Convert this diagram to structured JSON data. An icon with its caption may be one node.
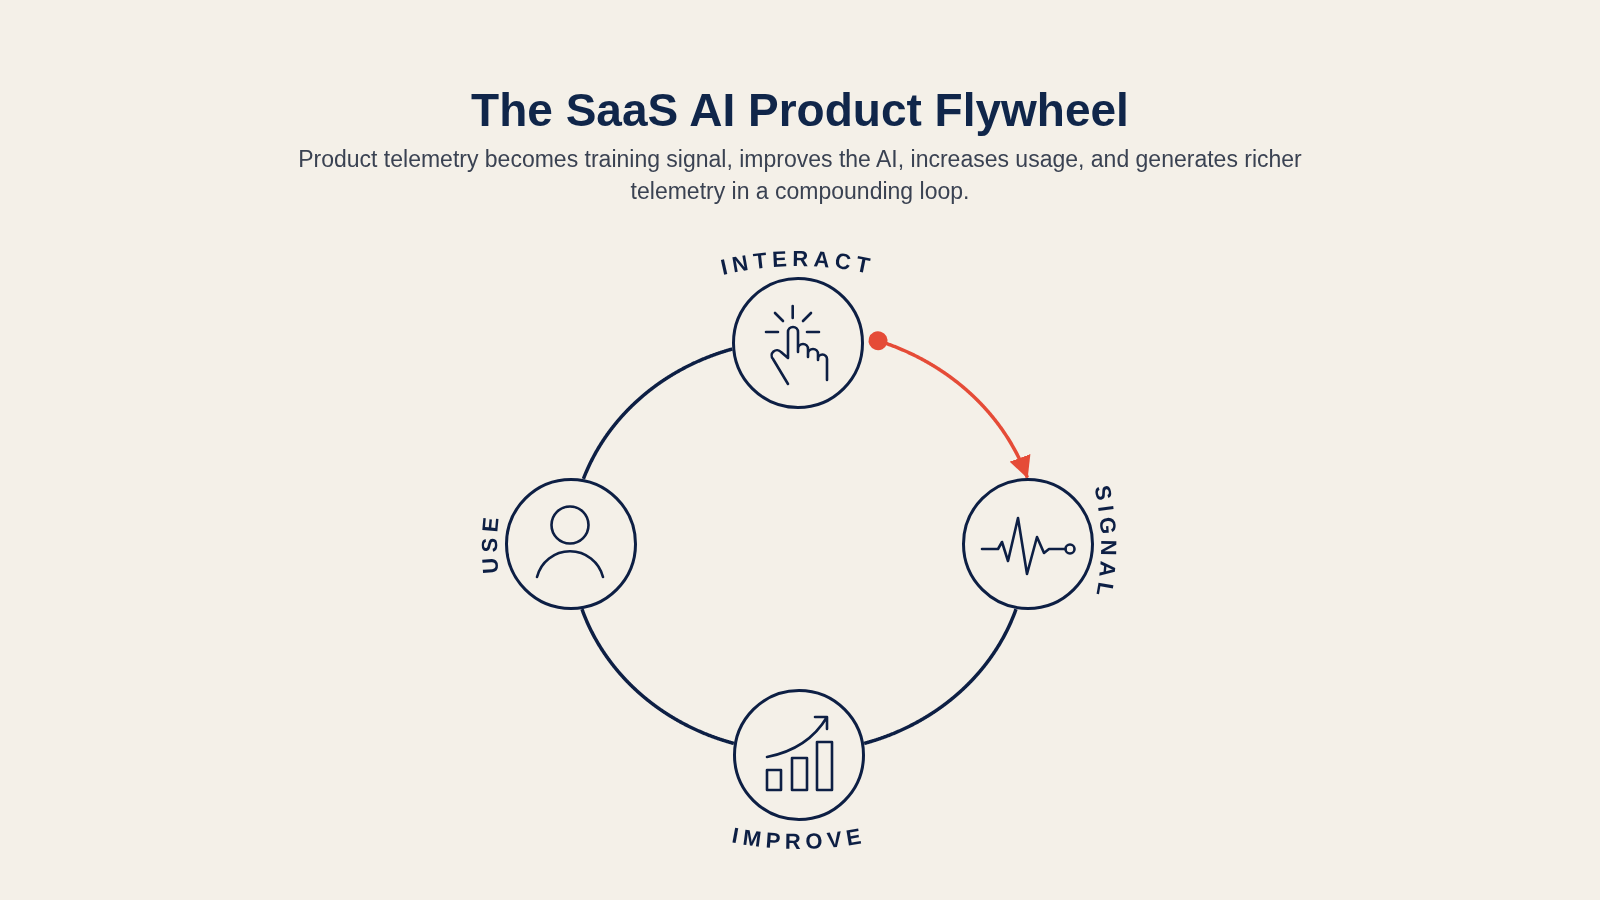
{
  "diagram": {
    "title": "The SaaS AI Product Flywheel",
    "caption": "Product telemetry becomes training signal, improves the AI, increases usage, and generates richer telemetry in a compounding loop.",
    "nodes": [
      {
        "text": [
          "INTERACT"
        ]
      },
      {
        "text": [
          "USE"
        ]
      },
      {
        "text": [
          "SIGNAL"
        ]
      },
      {
        "text": [
          "IMPROVE"
        ]
      }
    ],
    "edges": [
      {
        "from": 0,
        "to": 2,
        "arrow": "to",
        "color": "#e54b37"
      },
      {
        "from": 2,
        "to": 3,
        "arrow": "none"
      },
      {
        "from": 3,
        "to": 1,
        "arrow": "none"
      },
      {
        "from": 1,
        "to": 0,
        "arrow": "none"
      }
    ]
  }
}
